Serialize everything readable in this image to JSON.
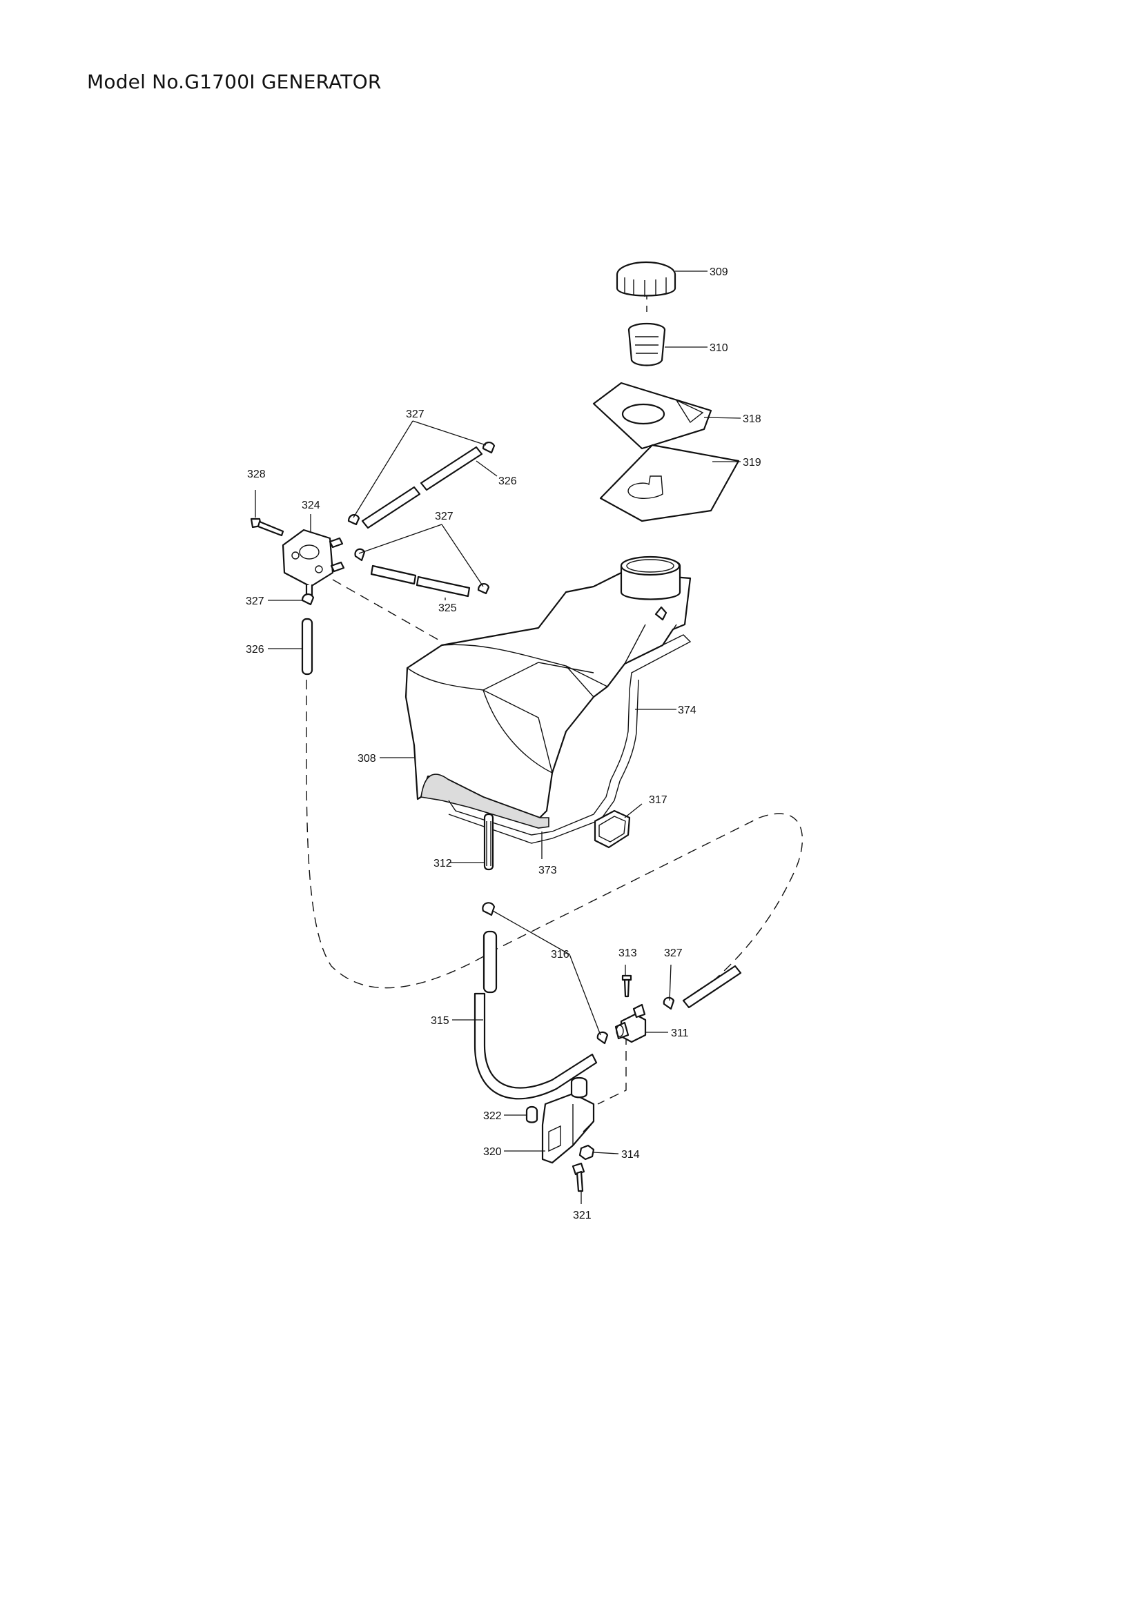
{
  "title": "Model No.G1700I GENERATOR",
  "callouts": [
    {
      "id": "c309",
      "label": "309"
    },
    {
      "id": "c310",
      "label": "310"
    },
    {
      "id": "c318",
      "label": "318"
    },
    {
      "id": "c319",
      "label": "319"
    },
    {
      "id": "c327a",
      "label": "327"
    },
    {
      "id": "c326a",
      "label": "326"
    },
    {
      "id": "c328",
      "label": "328"
    },
    {
      "id": "c324",
      "label": "324"
    },
    {
      "id": "c327b",
      "label": "327"
    },
    {
      "id": "c327c",
      "label": "327"
    },
    {
      "id": "c325",
      "label": "325"
    },
    {
      "id": "c326b",
      "label": "326"
    },
    {
      "id": "c374",
      "label": "374"
    },
    {
      "id": "c308",
      "label": "308"
    },
    {
      "id": "c317",
      "label": "317"
    },
    {
      "id": "c312",
      "label": "312"
    },
    {
      "id": "c373",
      "label": "373"
    },
    {
      "id": "c316",
      "label": "316"
    },
    {
      "id": "c313",
      "label": "313"
    },
    {
      "id": "c327d",
      "label": "327"
    },
    {
      "id": "c315",
      "label": "315"
    },
    {
      "id": "c311",
      "label": "311"
    },
    {
      "id": "c322",
      "label": "322"
    },
    {
      "id": "c320",
      "label": "320"
    },
    {
      "id": "c314",
      "label": "314"
    },
    {
      "id": "c321",
      "label": "321"
    }
  ]
}
